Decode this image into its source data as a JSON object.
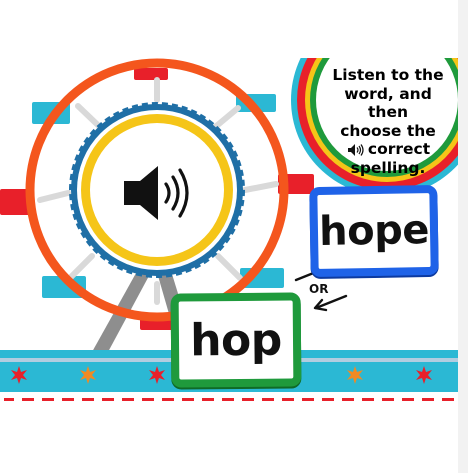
{
  "instruction": {
    "line1": "Listen to the",
    "line2": "word, and then",
    "line3": "choose the",
    "line4": "correct",
    "line5": "spelling.",
    "icon": "speaker-icon"
  },
  "choices": [
    {
      "label": "hope",
      "color": "#1f63e8"
    },
    {
      "label": "hop",
      "color": "#1f9a3c"
    }
  ],
  "or_label": "OR",
  "play_button": {
    "icon": "speaker-icon"
  },
  "colors": {
    "wheel_rim": "#f4561d",
    "wheel_hub": "#f5c518",
    "hub_ring": "#1f6fa6",
    "gondola_cyan": "#2bb8d4",
    "gondola_red": "#e8202a",
    "track": "#2bb8d4",
    "star_red": "#e8202a",
    "star_orange": "#f08a24"
  }
}
